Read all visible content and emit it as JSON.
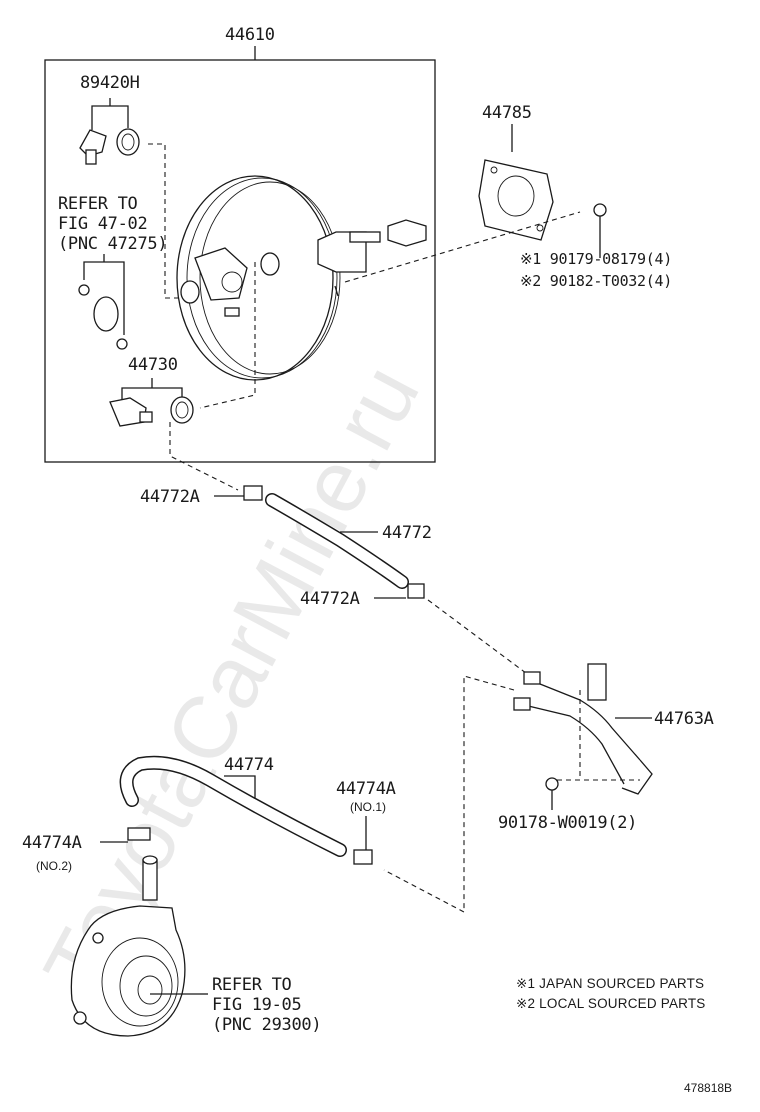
{
  "labels": {
    "booster_assembly": "44610",
    "sensor_part": "89420H",
    "gasket": "44785",
    "refer_top_line1": "REFER TO",
    "refer_top_line2": "FIG 47-02",
    "refer_top_line3": "(PNC 47275)",
    "check_valve": "44730",
    "nut_jp": "※1 90179-08179(4)",
    "nut_local": "※2 90182-T0032(4)",
    "clip_upper_a": "44772A",
    "hose_upper": "44772",
    "clip_upper_b": "44772A",
    "pipe": "44763A",
    "pipe_nut": "90178-W0019(2)",
    "hose_lower": "44774",
    "clip_lower_no1": "44774A",
    "clip_lower_no1_sub": "(NO.1)",
    "clip_lower_no2": "44774A",
    "clip_lower_no2_sub": "(NO.2)",
    "refer_bottom_line1": "REFER TO",
    "refer_bottom_line2": "FIG 19-05",
    "refer_bottom_line3": "(PNC 29300)"
  },
  "notes": {
    "japan": "※1 JAPAN SOURCED PARTS",
    "local": "※2 LOCAL SOURCED PARTS"
  },
  "figure_id": "478818B",
  "watermark": "ToyotaCarMine.ru"
}
